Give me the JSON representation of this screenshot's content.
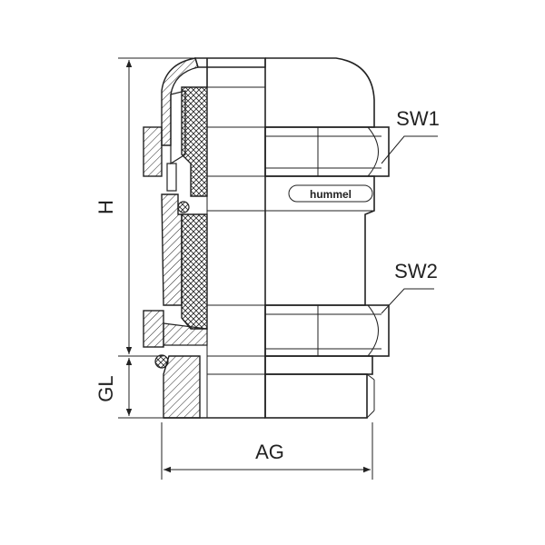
{
  "diagram": {
    "brand_logo": "hummel",
    "labels": {
      "sw1": "SW1",
      "sw2": "SW2",
      "h": "H",
      "gl": "GL",
      "ag": "AG"
    },
    "colors": {
      "line": "#222222",
      "background": "#ffffff"
    }
  }
}
